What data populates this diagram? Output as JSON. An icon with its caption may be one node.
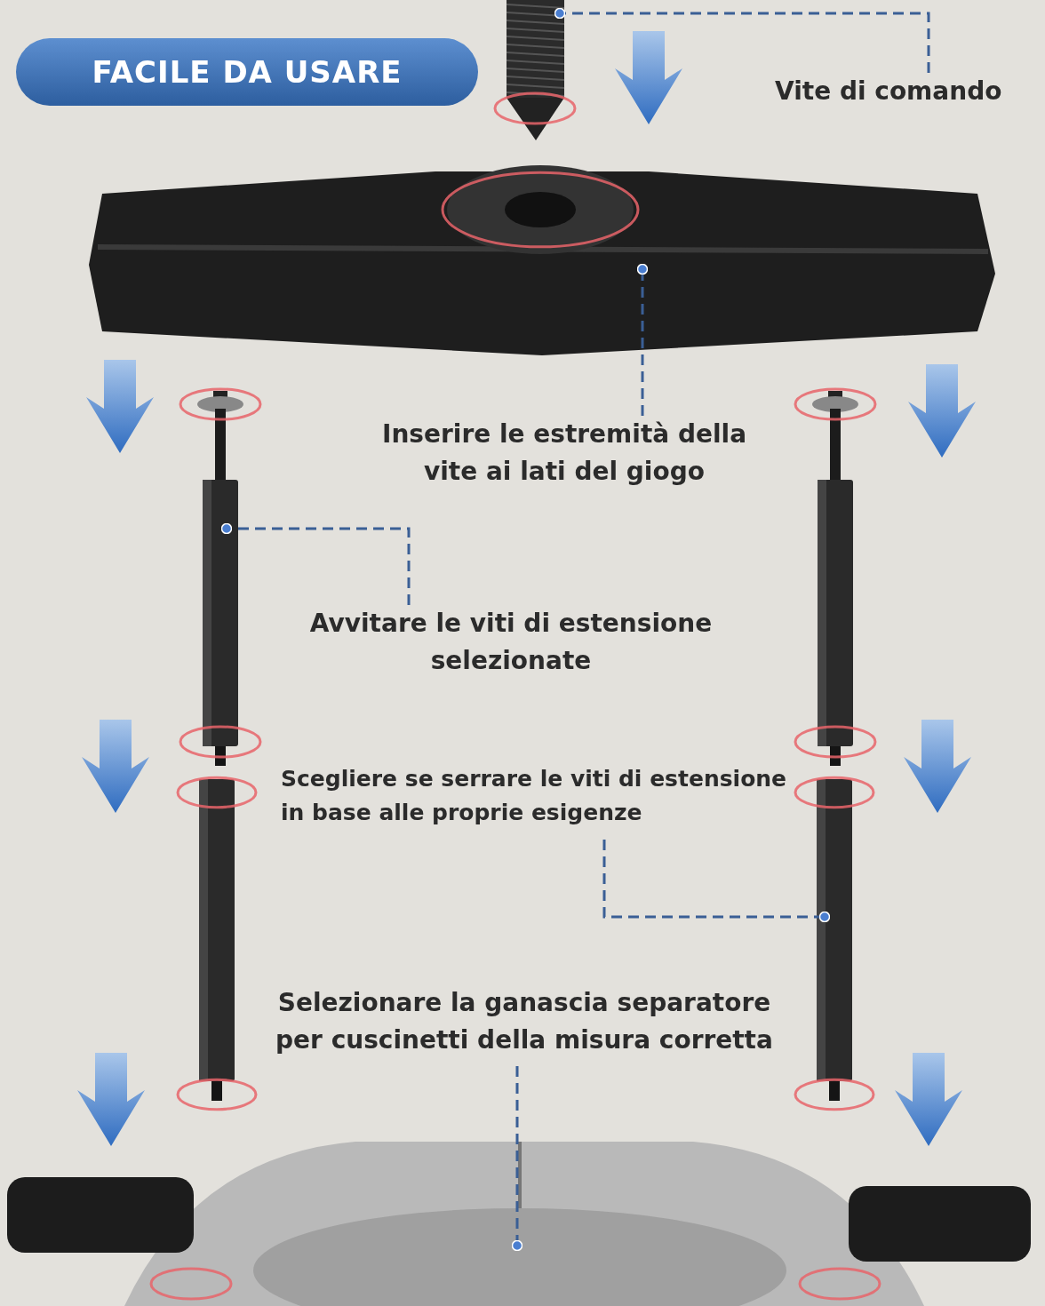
{
  "diagram": {
    "title": "FACILE DA USARE",
    "nodes": [
      {
        "text": [
          "Vite di comando"
        ]
      },
      {
        "text": [],
        "shape": "picture"
      },
      {
        "text": [],
        "shape": "picture"
      },
      {
        "text": [
          "Inserire le estremità della vite ai lati del giogo"
        ]
      },
      {
        "text": [],
        "shape": "picture"
      },
      {
        "text": [],
        "shape": "picture"
      },
      {
        "text": [
          "Avvitare le viti di estensione selezionate"
        ]
      },
      {
        "text": [],
        "shape": "picture"
      },
      {
        "text": [],
        "shape": "picture"
      },
      {
        "text": [
          "Scegliere se serrare le viti di estensione in base alle proprie esigenze"
        ]
      },
      {
        "text": [],
        "shape": "picture"
      },
      {
        "text": [
          "Selezionare la ganascia separatore per cuscinetti della misura corretta"
        ]
      }
    ],
    "edges": [
      {
        "from": 0,
        "to": 1,
        "arrow": "other",
        "style": "dashed"
      },
      {
        "from": 3,
        "to": 2,
        "arrow": "other",
        "style": "dashed"
      },
      {
        "from": 6,
        "to": 4,
        "arrow": "other",
        "style": "dashed"
      },
      {
        "from": 9,
        "to": 8,
        "arrow": "other",
        "style": "dashed"
      },
      {
        "from": 11,
        "to": 10,
        "arrow": "other",
        "style": "dashed"
      }
    ]
  }
}
